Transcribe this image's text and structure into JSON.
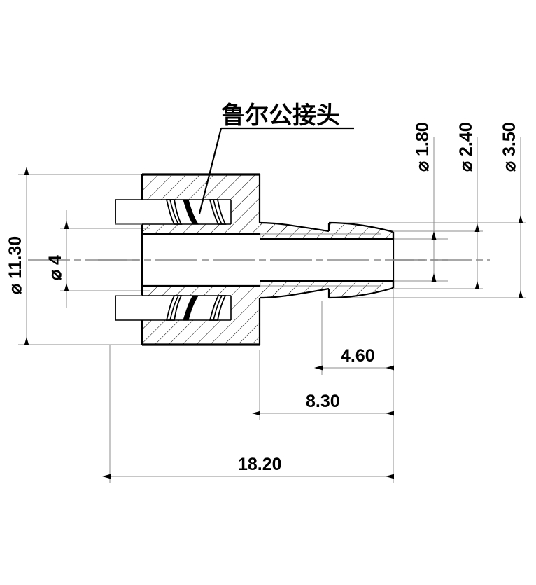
{
  "drawing": {
    "title": "鲁尔公接头",
    "part_type": "luer-male-connector-cross-section",
    "background_color": "#ffffff",
    "line_color": "#000000",
    "thin_line_color": "#8c8c8c",
    "units_implied": "mm"
  },
  "dimensions": {
    "diameter_symbol": "⌀",
    "vertical_left": [
      {
        "id": "od-flange",
        "label": "⌀ 11.30",
        "value": 11.3,
        "text": "11.30",
        "orientation": "vertical"
      },
      {
        "id": "bore-inner",
        "label": "⌀ 4",
        "value": 4,
        "text": "4",
        "orientation": "vertical"
      }
    ],
    "vertical_right": [
      {
        "id": "barb-bore",
        "label": "⌀ 1.80",
        "value": 1.8,
        "text": "1.80",
        "orientation": "vertical"
      },
      {
        "id": "barb-od-tip",
        "label": "⌀ 2.40",
        "value": 2.4,
        "text": "2.40",
        "orientation": "vertical"
      },
      {
        "id": "barb-od-max",
        "label": "⌀ 3.50",
        "value": 3.5,
        "text": "3.50",
        "orientation": "vertical"
      }
    ],
    "horizontal_bottom": [
      {
        "id": "barb-length",
        "label": "4.60",
        "value": 4.6,
        "text": "4.60",
        "orientation": "horizontal"
      },
      {
        "id": "shaft-length",
        "label": "8.30",
        "value": 8.3,
        "text": "8.30",
        "orientation": "horizontal"
      },
      {
        "id": "total-length",
        "label": "18.20",
        "value": 18.2,
        "text": "18.20",
        "orientation": "horizontal"
      }
    ]
  },
  "annotations": {
    "callout": {
      "text": "鲁尔公接头",
      "translation_hint": "luer male connector",
      "leader": "line-from-underline-to-thread-section"
    }
  }
}
